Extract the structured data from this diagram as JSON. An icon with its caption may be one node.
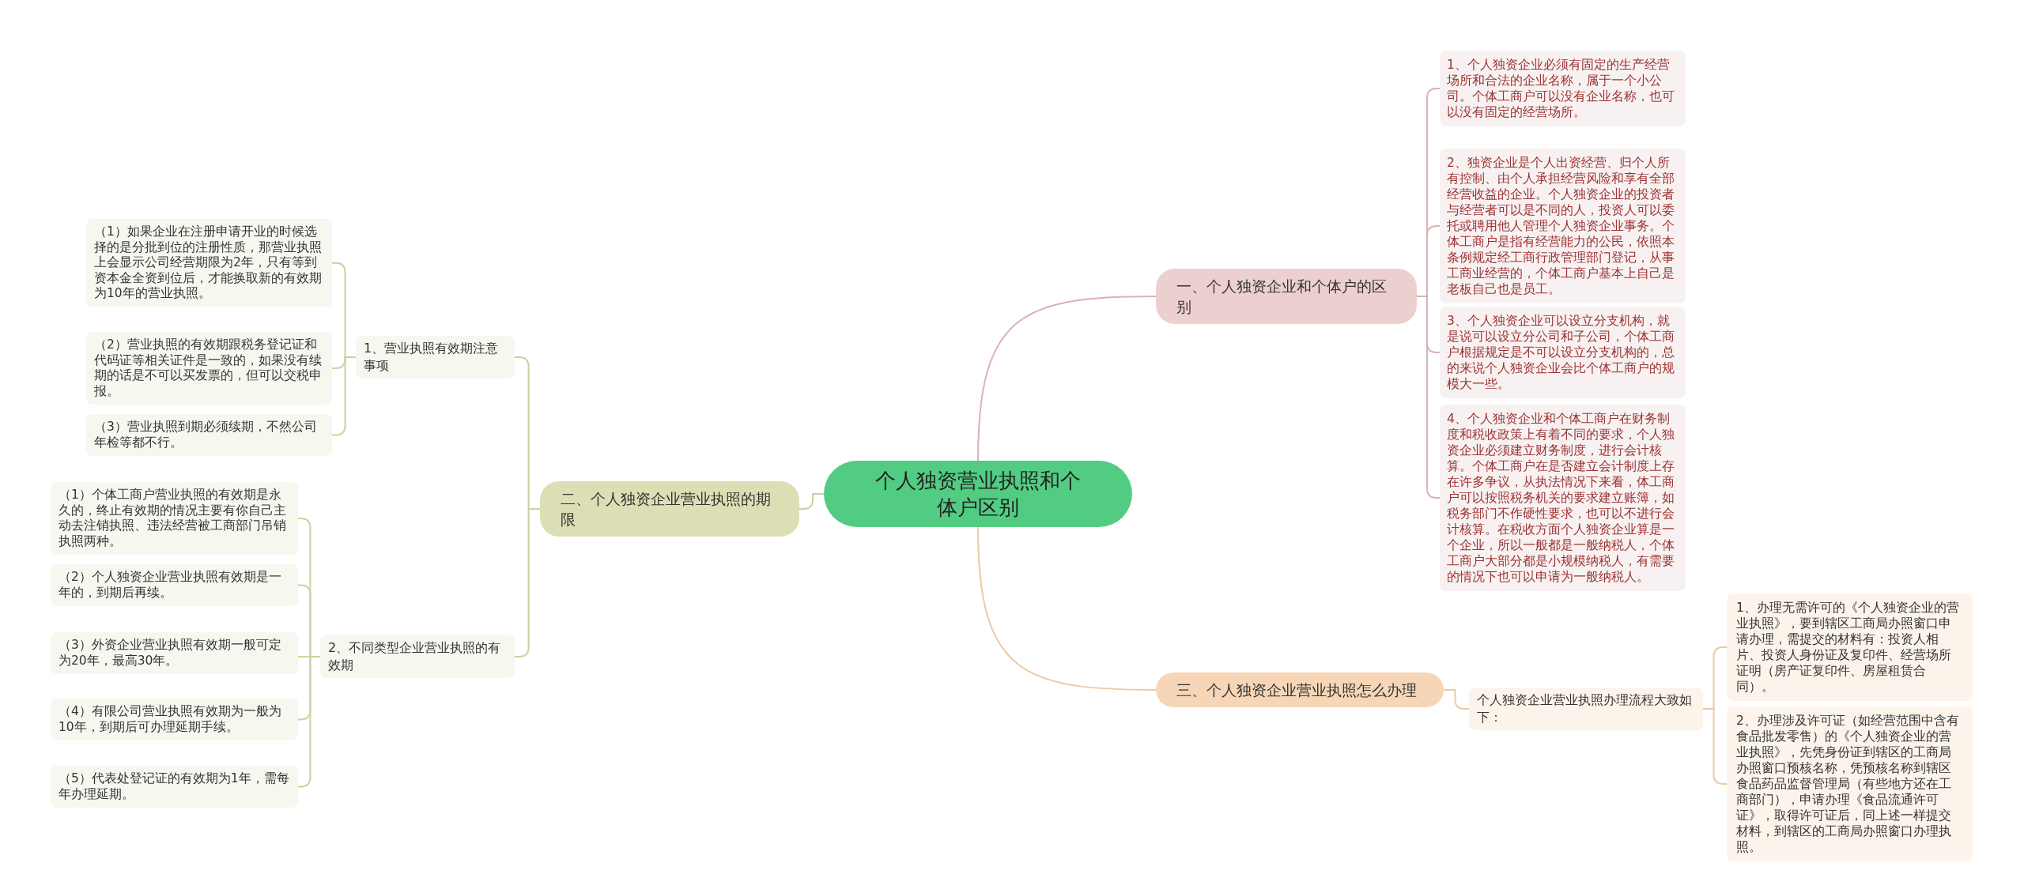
{
  "diagram": {
    "nodes": [
      {
        "text": [
          "个人独资营业执照和个体户区别"
        ]
      },
      {
        "text": [
          "一、个人独资企业和个体户的区别"
        ]
      },
      {
        "text": [
          "1、个人独资企业必须有固定的生产经营场所和合法的企业名称，属于一个小公司。个体工商户可以没有企业名称，也可以没有固定的经营场所。"
        ]
      },
      {
        "text": [
          "2、独资企业是个人出资经营、归个人所有控制、由个人承担经营风险和享有全部经营收益的企业。个人独资企业的投资者与经营者可以是不同的人，投资人可以委托或聘用他人管理个人独资企业事务。个体工商户是指有经营能力的公民，依照本条例规定经工商行政管理部门登记，从事工商业经营的，个体工商户基本上自己是老板自己也是员工。"
        ]
      },
      {
        "text": [
          "3、个人独资企业可以设立分支机构，就是说可以设立分公司和子公司，个体工商户根据规定是不可以设立分支机构的，总的来说个人独资企业会比个体工商户的规模大一些。"
        ]
      },
      {
        "text": [
          "4、个人独资企业和个体工商户在财务制度和税收政策上有着不同的要求，个人独资企业必须建立财务制度，进行会计核算。个体工商户在是否建立会计制度上存在许多争议，从执法情况下来看，体工商户可以按照税务机关的要求建立账簿，如税务部门不作硬性要求，也可以不进行会计核算。在税收方面个人独资企业算是一个企业，所以一般都是一般纳税人，个体工商户大部分都是小规模纳税人，有需要的情况下也可以申请为一般纳税人。"
        ]
      },
      {
        "text": [
          "二、个人独资企业营业执照的期限"
        ]
      },
      {
        "text": [
          "1、营业执照有效期注意事项"
        ]
      },
      {
        "text": [
          "（1）如果企业在注册申请开业的时候选择的是分批到位的注册性质，那营业执照上会显示公司经营期限为2年，只有等到资本金全资到位后，才能换取新的有效期为10年的营业执照。"
        ]
      },
      {
        "text": [
          "（2）营业执照的有效期跟税务登记证和代码证等相关证件是一致的，如果没有续期的话是不可以买发票的，但可以交税申报。"
        ]
      },
      {
        "text": [
          "（3）营业执照到期必须续期，不然公司年检等都不行。"
        ]
      },
      {
        "text": [
          "2、不同类型企业营业执照的有效期"
        ]
      },
      {
        "text": [
          "（1）个体工商户营业执照的有效期是永久的，终止有效期的情况主要有你自己主动去注销执照、违法经营被工商部门吊销执照两种。"
        ]
      },
      {
        "text": [
          "（2）个人独资企业营业执照有效期是一年的，到期后再续。"
        ]
      },
      {
        "text": [
          "（3）外资企业营业执照有效期一般可定为20年，最高30年。"
        ]
      },
      {
        "text": [
          "（4）有限公司营业执照有效期为一般为10年，到期后可办理延期手续。"
        ]
      },
      {
        "text": [
          "（5）代表处登记证的有效期为1年，需每年办理延期。"
        ]
      },
      {
        "text": [
          "三、个人独资企业营业执照怎么办理"
        ]
      },
      {
        "text": [
          "个人独资企业营业执照办理流程大致如下："
        ]
      },
      {
        "text": [
          "1、办理无需许可的《个人独资企业的营业执照》，要到辖区工商局办照窗口申请办理，需提交的材料有：投资人相片、投资人身份证及复印件、经营场所证明（房产证复印件、房屋租赁合同）。"
        ]
      },
      {
        "text": [
          "2、办理涉及许可证（如经营范围中含有食品批发零售）的《个人独资企业的营业执照》，先凭身份证到辖区的工商局办照窗口预核名称，凭预核名称到辖区食品药品监督管理局（有些地方还在工商部门），申请办理《食品流通许可证》，取得许可证后，同上述一样提交材料，到辖区的工商局办照窗口办理执照。"
        ]
      }
    ],
    "edges": [
      {
        "from": 0,
        "to": 1,
        "arrow": "none",
        "color": "#dcb2b2"
      },
      {
        "from": 1,
        "to": 2,
        "arrow": "none",
        "color": "#dcb2b2"
      },
      {
        "from": 1,
        "to": 3,
        "arrow": "none",
        "color": "#dcb2b2"
      },
      {
        "from": 1,
        "to": 4,
        "arrow": "none",
        "color": "#dcb2b2"
      },
      {
        "from": 1,
        "to": 5,
        "arrow": "none",
        "color": "#dcb2b2"
      },
      {
        "from": 0,
        "to": 6,
        "arrow": "none"
      },
      {
        "from": 6,
        "to": 7,
        "arrow": "none"
      },
      {
        "from": 7,
        "to": 8,
        "arrow": "none"
      },
      {
        "from": 7,
        "to": 9,
        "arrow": "none"
      },
      {
        "from": 7,
        "to": 10,
        "arrow": "none"
      },
      {
        "from": 6,
        "to": 11,
        "arrow": "none"
      },
      {
        "from": 11,
        "to": 12,
        "arrow": "none"
      },
      {
        "from": 11,
        "to": 13,
        "arrow": "none"
      },
      {
        "from": 11,
        "to": 14,
        "arrow": "none"
      },
      {
        "from": 11,
        "to": 15,
        "arrow": "none"
      },
      {
        "from": 11,
        "to": 16,
        "arrow": "none"
      },
      {
        "from": 0,
        "to": 17,
        "arrow": "none",
        "color": "#ecc9a4"
      },
      {
        "from": 17,
        "to": 18,
        "arrow": "none",
        "color": "#ecc9a4"
      },
      {
        "from": 18,
        "to": 19,
        "arrow": "none",
        "color": "#ecc9a4"
      },
      {
        "from": 18,
        "to": 20,
        "arrow": "none",
        "color": "#ecc9a4"
      }
    ]
  }
}
